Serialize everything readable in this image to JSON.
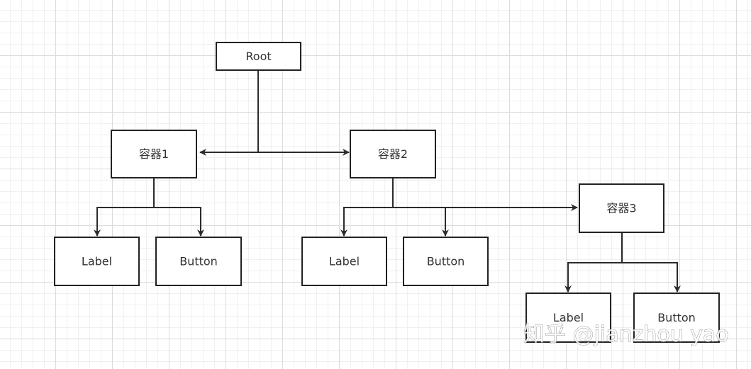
{
  "nodes": {
    "root": {
      "label": "Root"
    },
    "container1": {
      "label": "容器1"
    },
    "container2": {
      "label": "容器2"
    },
    "container3": {
      "label": "容器3"
    },
    "label1": {
      "label": "Label"
    },
    "button1": {
      "label": "Button"
    },
    "label2": {
      "label": "Label"
    },
    "button2": {
      "label": "Button"
    },
    "label3": {
      "label": "Label"
    },
    "button3": {
      "label": "Button"
    }
  },
  "watermark": "知乎 @jianzhou yao",
  "colors": {
    "stroke": "#222222",
    "text": "#333333",
    "grid": "#dcdcdc"
  }
}
